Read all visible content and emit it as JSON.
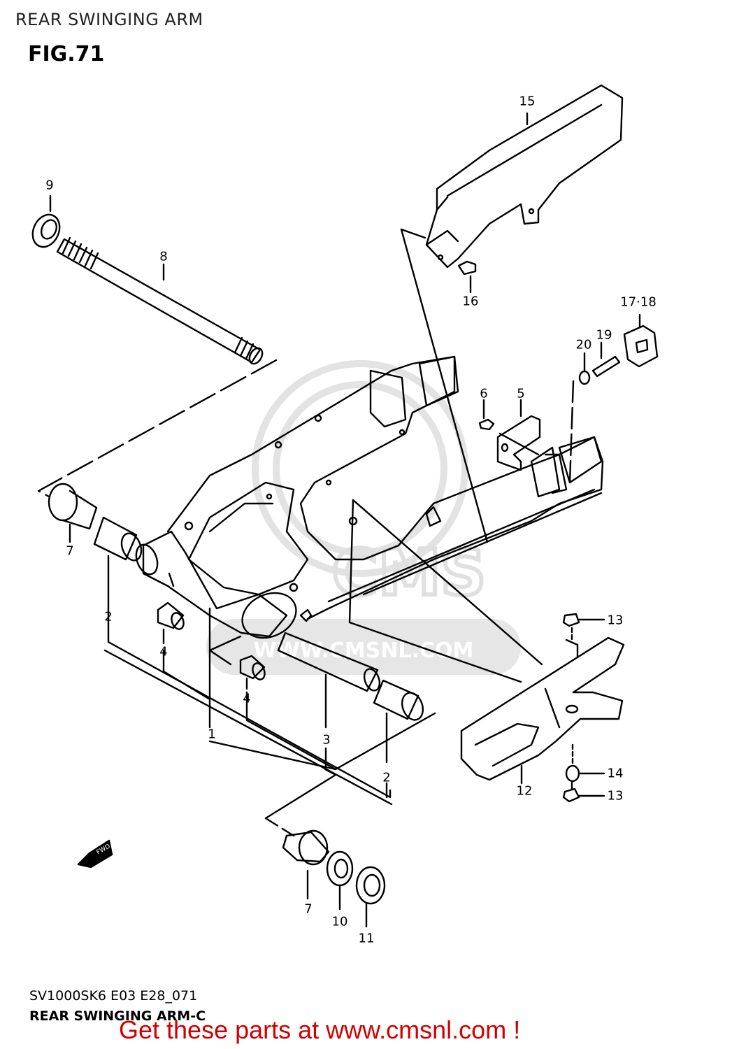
{
  "header": {
    "title": "REAR SWINGING ARM",
    "figure": "FIG.71"
  },
  "watermark": {
    "text": "WWW.CMSNL.COM",
    "brand": "CMS"
  },
  "fwd_badge": "FWD",
  "parts": [
    {
      "id": "p1",
      "label": "1"
    },
    {
      "id": "p2a",
      "label": "2"
    },
    {
      "id": "p2b",
      "label": "2"
    },
    {
      "id": "p3",
      "label": "3"
    },
    {
      "id": "p4a",
      "label": "4"
    },
    {
      "id": "p4b",
      "label": "4"
    },
    {
      "id": "p5",
      "label": "5"
    },
    {
      "id": "p6",
      "label": "6"
    },
    {
      "id": "p7a",
      "label": "7"
    },
    {
      "id": "p7b",
      "label": "7"
    },
    {
      "id": "p8",
      "label": "8"
    },
    {
      "id": "p9",
      "label": "9"
    },
    {
      "id": "p10",
      "label": "10"
    },
    {
      "id": "p11",
      "label": "11"
    },
    {
      "id": "p12",
      "label": "12"
    },
    {
      "id": "p13a",
      "label": "13"
    },
    {
      "id": "p13b",
      "label": "13"
    },
    {
      "id": "p14",
      "label": "14"
    },
    {
      "id": "p15",
      "label": "15"
    },
    {
      "id": "p16",
      "label": "16"
    },
    {
      "id": "p1718",
      "label": "17·18"
    },
    {
      "id": "p19",
      "label": "19"
    },
    {
      "id": "p20",
      "label": "20"
    }
  ],
  "footer": {
    "code": "SV1000SK6 E03 E28_071",
    "subtitle": "REAR SWINGING ARM-C",
    "cta": "Get these parts at www.cmsnl.com !"
  },
  "colors": {
    "cta": "#d10000",
    "watermark": "#e6e6e6",
    "line": "#000000"
  }
}
